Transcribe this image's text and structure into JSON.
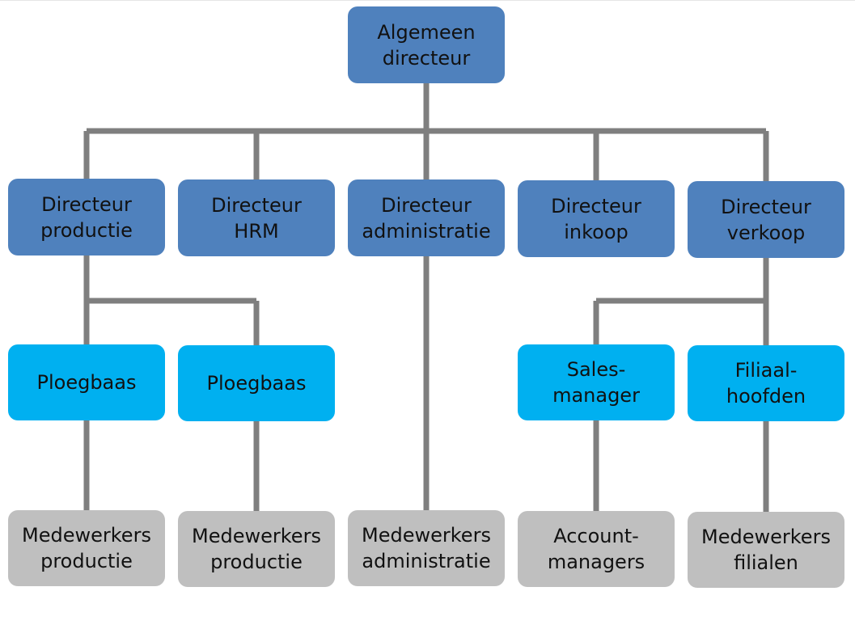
{
  "colors": {
    "top_level": "#4f81bd",
    "director_level": "#4f81bd",
    "lead_level": "#00b0f0",
    "staff_level": "#bfbfbf",
    "connector": "#7f7f7f"
  },
  "org_chart": {
    "top": {
      "label": "Algemeen\ndirecteur"
    },
    "directors": [
      {
        "label": "Directeur\nproductie"
      },
      {
        "label": "Directeur\nHRM"
      },
      {
        "label": "Directeur\nadministratie"
      },
      {
        "label": "Directeur\ninkoop"
      },
      {
        "label": "Directeur\nverkoop"
      }
    ],
    "leads": [
      {
        "label": "Ploegbaas",
        "reports_to": "Directeur productie"
      },
      {
        "label": "Ploegbaas",
        "reports_to": "Directeur productie"
      },
      {
        "label": "Sales-\nmanager",
        "reports_to": "Directeur verkoop"
      },
      {
        "label": "Filiaal-\nhoofden",
        "reports_to": "Directeur verkoop"
      }
    ],
    "staff": [
      {
        "label": "Medewerkers\nproductie",
        "reports_to": "Ploegbaas"
      },
      {
        "label": "Medewerkers\nproductie",
        "reports_to": "Ploegbaas"
      },
      {
        "label": "Medewerkers\nadministratie",
        "reports_to": "Directeur administratie"
      },
      {
        "label": "Account-\nmanagers",
        "reports_to": "Sales-manager"
      },
      {
        "label": "Medewerkers\nfilialen",
        "reports_to": "Filiaal-hoofden"
      }
    ]
  }
}
